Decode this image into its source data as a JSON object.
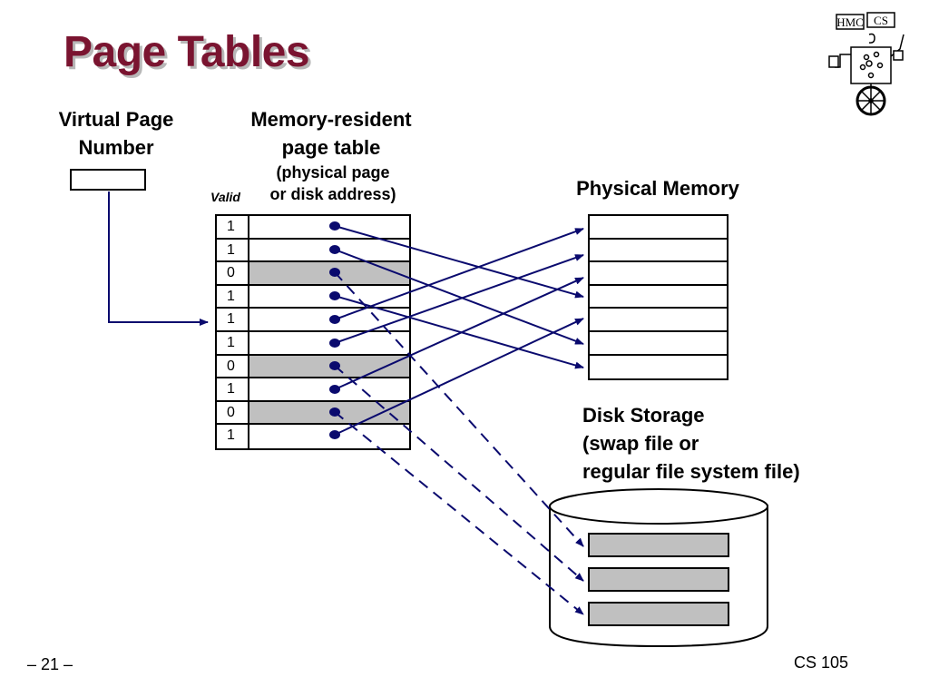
{
  "title": "Page Tables",
  "vpn_label": [
    "Virtual Page",
    "Number"
  ],
  "page_table_label": [
    "Memory-resident",
    "page table"
  ],
  "page_table_sublabel": [
    "(physical page",
    "or disk address)"
  ],
  "valid_label": "Valid",
  "physical_memory_label": "Physical Memory",
  "disk_label": [
    "Disk Storage",
    "(swap file or",
    "regular file system file)"
  ],
  "page_table": [
    {
      "valid": "1"
    },
    {
      "valid": "1"
    },
    {
      "valid": "0"
    },
    {
      "valid": "1"
    },
    {
      "valid": "1"
    },
    {
      "valid": "1"
    },
    {
      "valid": "0"
    },
    {
      "valid": "1"
    },
    {
      "valid": "0"
    },
    {
      "valid": "1"
    }
  ],
  "physical_memory_rows": 7,
  "disk_blocks": 3,
  "logo_text": "HMC CS",
  "footer": {
    "page": "– 21 –",
    "course": "CS 105"
  },
  "colors": {
    "title": "#7a1430",
    "arrow": "#0a0a6e",
    "invalid_entry": "#c0c0c0"
  }
}
